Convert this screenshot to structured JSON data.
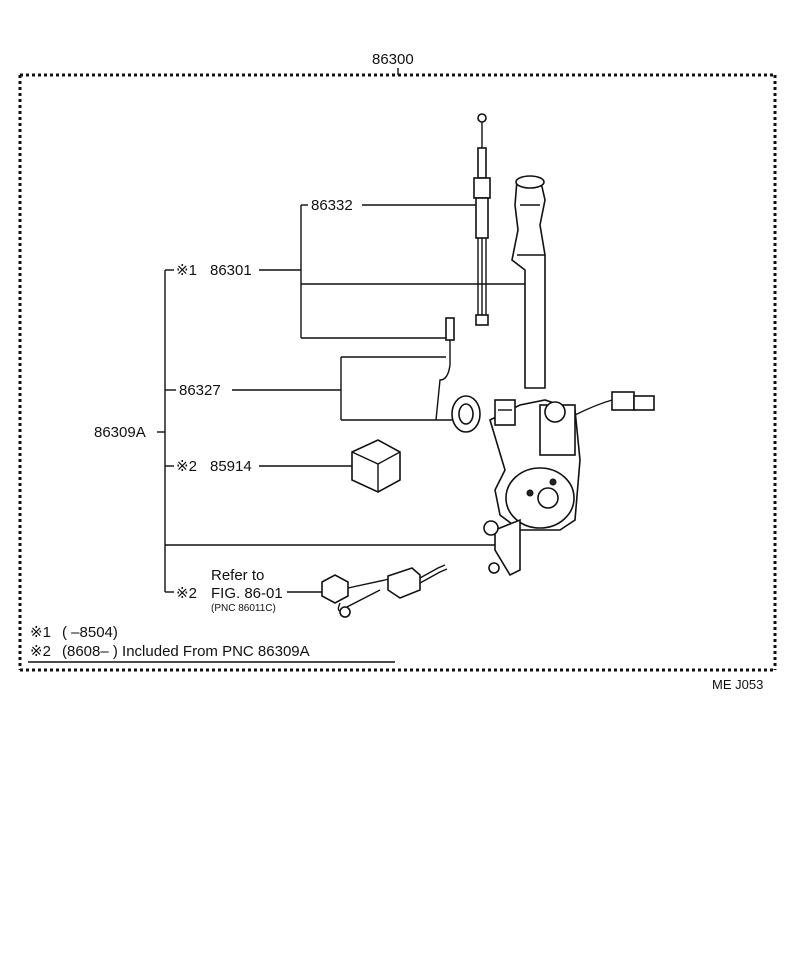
{
  "assembly": {
    "pnc": "86300"
  },
  "parts": [
    {
      "mark": "",
      "pnc": "86332"
    },
    {
      "mark": "※1",
      "pnc": "86301"
    },
    {
      "mark": "",
      "pnc": "86327"
    },
    {
      "mark": "",
      "pnc": "86309A"
    },
    {
      "mark": "※2",
      "pnc": "85914"
    }
  ],
  "reference": {
    "mark": "※2",
    "refer_to": "Refer to",
    "fig": "FIG. 86-01",
    "pnc_note": "(PNC 86011C)"
  },
  "notes": [
    {
      "mark": "※1",
      "text": "(         –8504)"
    },
    {
      "mark": "※2",
      "text": "(8608–          ) Included From PNC 86309A"
    }
  ],
  "footer": {
    "code": "ME   J053"
  }
}
